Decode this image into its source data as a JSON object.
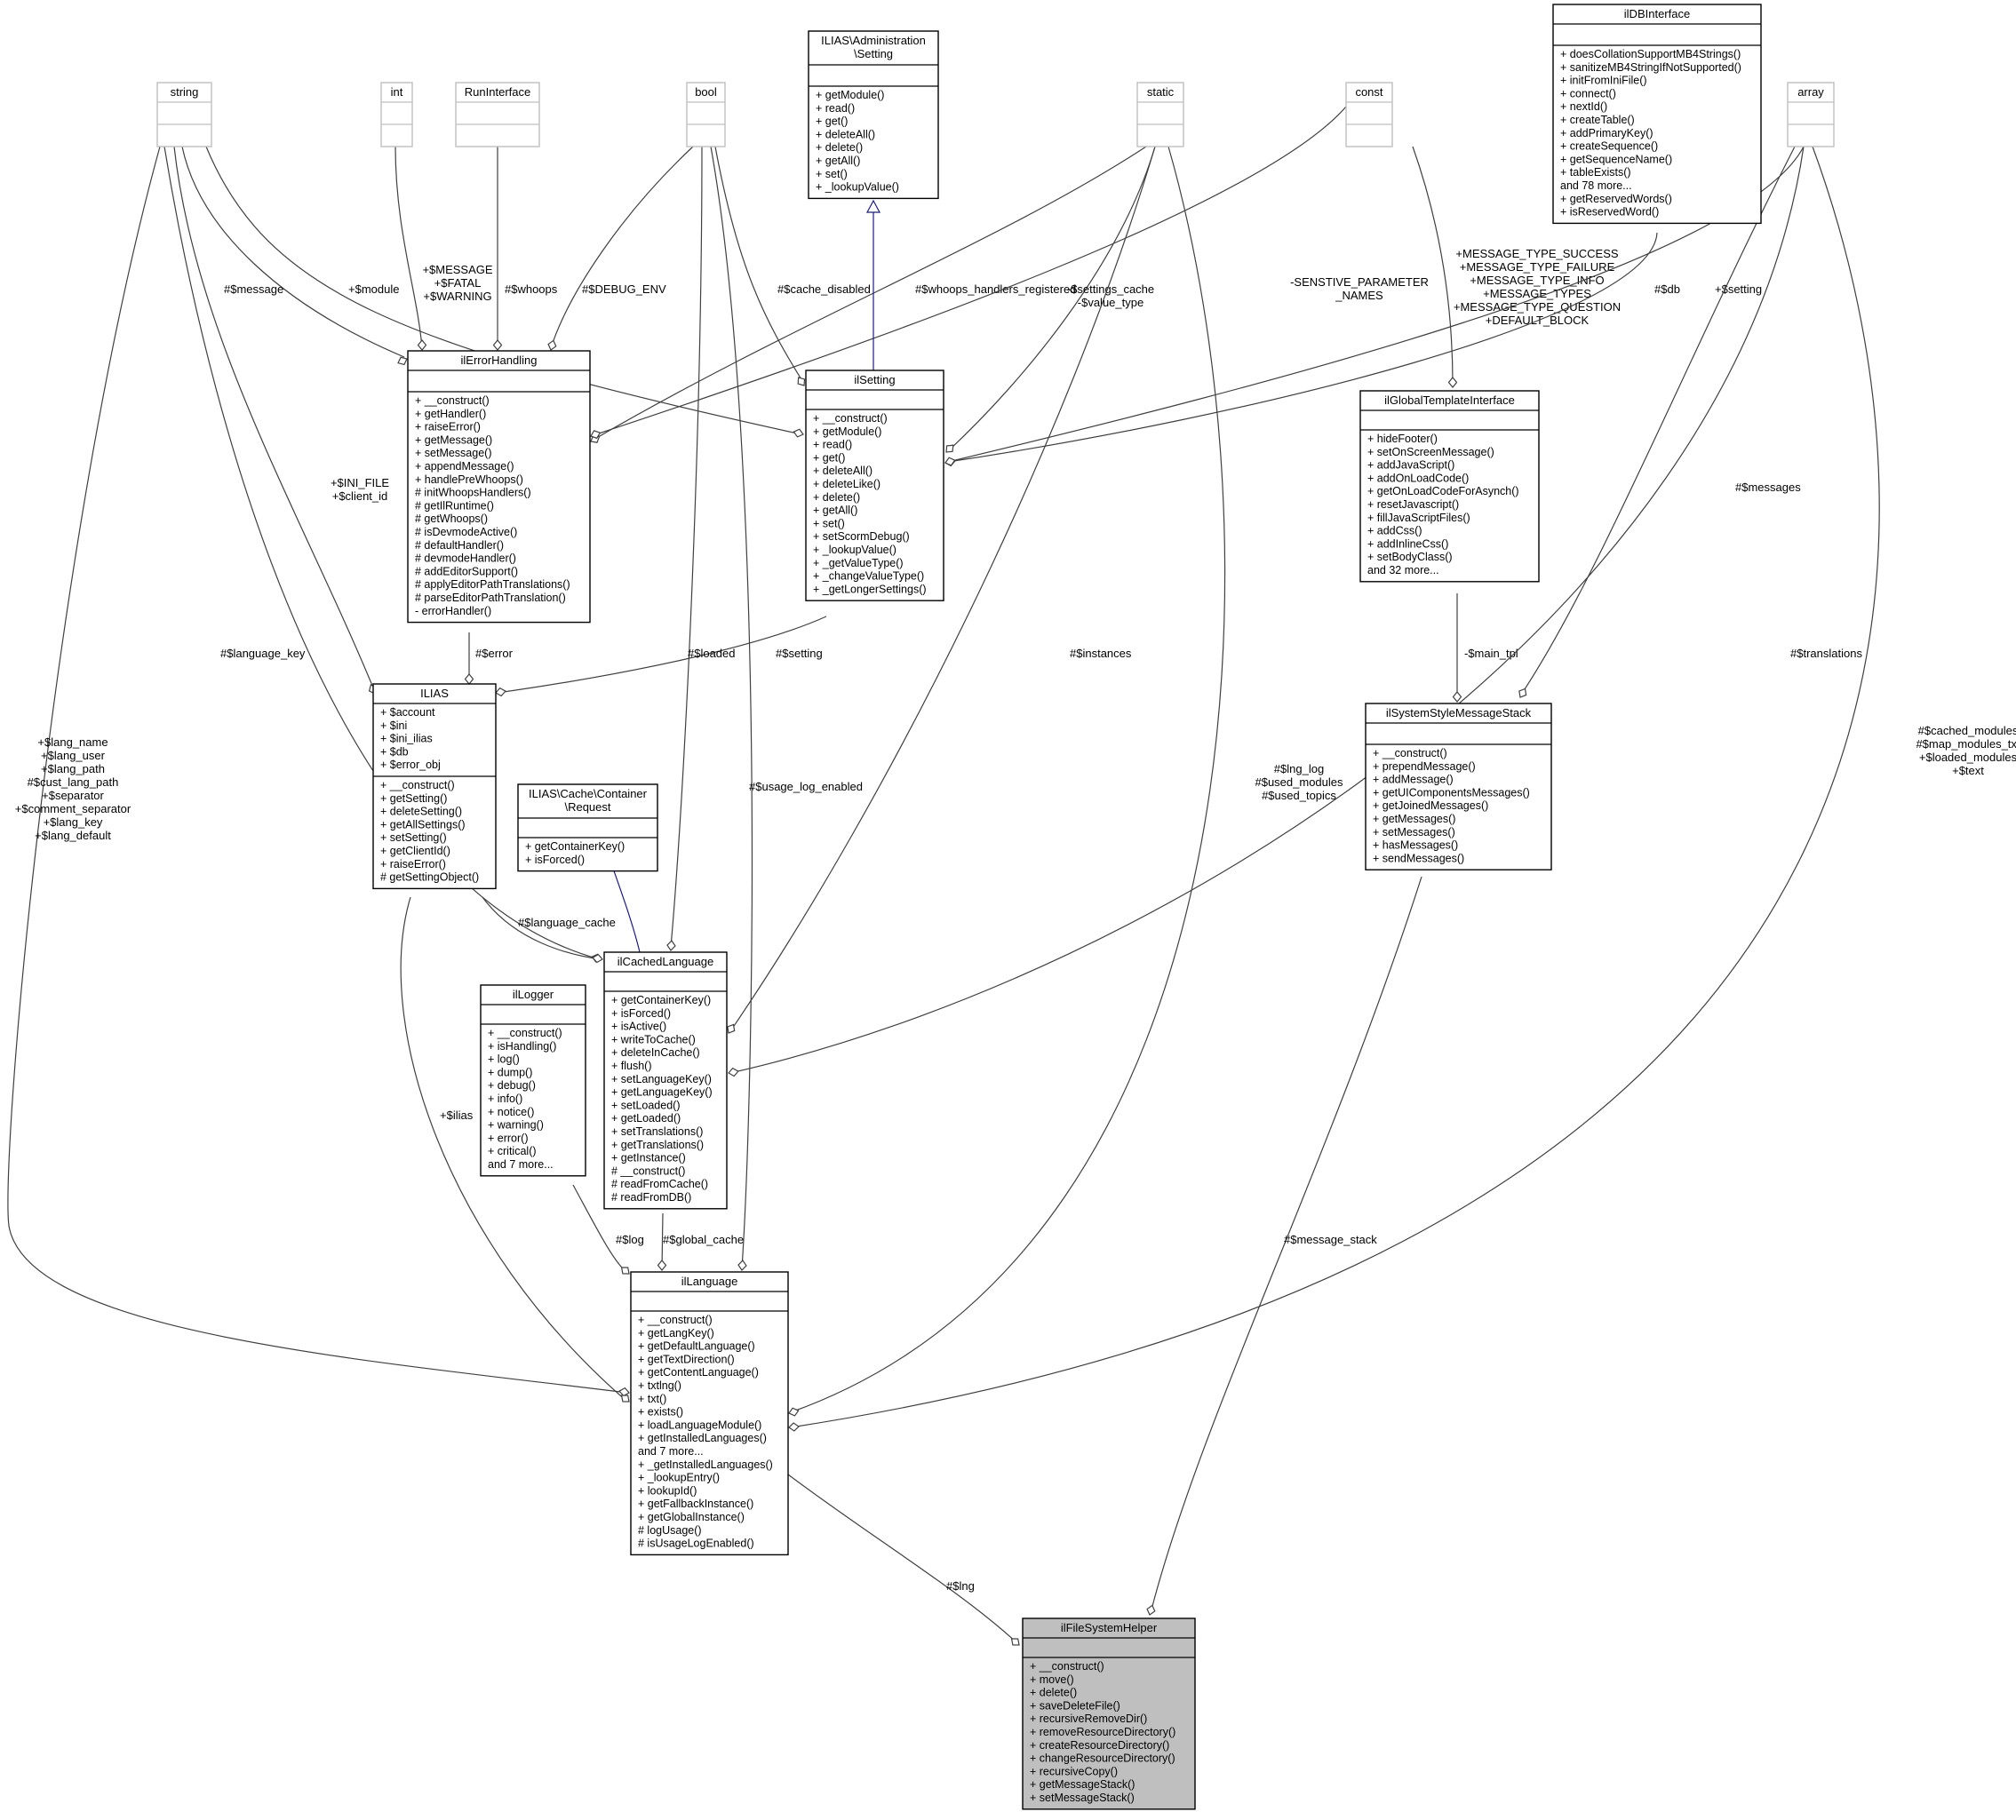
{
  "nodes": [
    {
      "id": "string",
      "name": "string",
      "style": "ghost",
      "attrs": [],
      "ops": []
    },
    {
      "id": "int",
      "name": "int",
      "style": "ghost",
      "attrs": [],
      "ops": []
    },
    {
      "id": "RunInterface",
      "name": "RunInterface",
      "style": "ghost",
      "attrs": [],
      "ops": []
    },
    {
      "id": "bool",
      "name": "bool",
      "style": "ghost",
      "attrs": [],
      "ops": []
    },
    {
      "id": "static",
      "name": "static",
      "style": "ghost",
      "attrs": [],
      "ops": []
    },
    {
      "id": "const",
      "name": "const",
      "style": "ghost",
      "attrs": [],
      "ops": []
    },
    {
      "id": "array",
      "name": "array",
      "style": "ghost",
      "attrs": [],
      "ops": []
    },
    {
      "id": "AdminSetting",
      "name": [
        "ILIAS\\Administration",
        "\\Setting"
      ],
      "style": "normal",
      "attrs": [],
      "ops": [
        "+ getModule()",
        "+ read()",
        "+ get()",
        "+ deleteAll()",
        "+ delete()",
        "+ getAll()",
        "+ set()",
        "+ _lookupValue()"
      ]
    },
    {
      "id": "ilDBInterface",
      "name": "ilDBInterface",
      "style": "normal",
      "attrs": [],
      "ops": [
        "+ doesCollationSupportMB4Strings()",
        "+ sanitizeMB4StringIfNotSupported()",
        "+ initFromIniFile()",
        "+ connect()",
        "+ nextId()",
        "+ createTable()",
        "+ addPrimaryKey()",
        "+ createSequence()",
        "+ getSequenceName()",
        "+ tableExists()",
        "and 78 more...",
        "+ getReservedWords()",
        "+ isReservedWord()"
      ]
    },
    {
      "id": "ilErrorHandling",
      "name": "ilErrorHandling",
      "style": "normal",
      "attrs": [],
      "ops": [
        "+ __construct()",
        "+ getHandler()",
        "+ raiseError()",
        "+ getMessage()",
        "+ setMessage()",
        "+ appendMessage()",
        "+ handlePreWhoops()",
        "# initWhoopsHandlers()",
        "# getIlRuntime()",
        "# getWhoops()",
        "# isDevmodeActive()",
        "# defaultHandler()",
        "# devmodeHandler()",
        "# addEditorSupport()",
        "# applyEditorPathTranslations()",
        "# parseEditorPathTranslation()",
        "- errorHandler()"
      ]
    },
    {
      "id": "ilSetting",
      "name": "ilSetting",
      "style": "normal",
      "attrs": [],
      "ops": [
        "+ __construct()",
        "+ getModule()",
        "+ read()",
        "+ get()",
        "+ deleteAll()",
        "+ deleteLike()",
        "+ delete()",
        "+ getAll()",
        "+ set()",
        "+ setScormDebug()",
        "+ _lookupValue()",
        "+ _getValueType()",
        "+ _changeValueType()",
        "+ _getLongerSettings()"
      ]
    },
    {
      "id": "ilGlobalTemplateInterface",
      "name": "ilGlobalTemplateInterface",
      "style": "normal",
      "attrs": [],
      "ops": [
        "+ hideFooter()",
        "+ setOnScreenMessage()",
        "+ addJavaScript()",
        "+ addOnLoadCode()",
        "+ getOnLoadCodeForAsynch()",
        "+ resetJavascript()",
        "+ fillJavaScriptFiles()",
        "+ addCss()",
        "+ addInlineCss()",
        "+ setBodyClass()",
        "and 32 more..."
      ]
    },
    {
      "id": "ILIAS",
      "name": "ILIAS",
      "style": "normal",
      "attrs": [
        "+ $account",
        "+ $ini",
        "+ $ini_ilias",
        "+ $db",
        "+ $error_obj"
      ],
      "ops": [
        "+ __construct()",
        "+ getSetting()",
        "+ deleteSetting()",
        "+ getAllSettings()",
        "+ setSetting()",
        "+ getClientId()",
        "+ raiseError()",
        "# getSettingObject()"
      ]
    },
    {
      "id": "CacheRequest",
      "name": [
        "ILIAS\\Cache\\Container",
        "\\Request"
      ],
      "style": "normal",
      "attrs": [],
      "ops": [
        "+ getContainerKey()",
        "+ isForced()"
      ]
    },
    {
      "id": "ilSystemStyleMessageStack",
      "name": "ilSystemStyleMessageStack",
      "style": "normal",
      "attrs": [],
      "ops": [
        "+ __construct()",
        "+ prependMessage()",
        "+ addMessage()",
        "+ getUIComponentsMessages()",
        "+ getJoinedMessages()",
        "+ getMessages()",
        "+ setMessages()",
        "+ hasMessages()",
        "+ sendMessages()"
      ]
    },
    {
      "id": "ilCachedLanguage",
      "name": "ilCachedLanguage",
      "style": "normal",
      "attrs": [],
      "ops": [
        "+ getContainerKey()",
        "+ isForced()",
        "+ isActive()",
        "+ writeToCache()",
        "+ deleteInCache()",
        "+ flush()",
        "+ setLanguageKey()",
        "+ getLanguageKey()",
        "+ setLoaded()",
        "+ getLoaded()",
        "+ setTranslations()",
        "+ getTranslations()",
        "+ getInstance()",
        "# __construct()",
        "# readFromCache()",
        "# readFromDB()"
      ]
    },
    {
      "id": "ilLogger",
      "name": "ilLogger",
      "style": "normal",
      "attrs": [],
      "ops": [
        "+ __construct()",
        "+ isHandling()",
        "+ log()",
        "+ dump()",
        "+ debug()",
        "+ info()",
        "+ notice()",
        "+ warning()",
        "+ error()",
        "+ critical()",
        "and 7 more..."
      ]
    },
    {
      "id": "ilLanguage",
      "name": "ilLanguage",
      "style": "normal",
      "attrs": [],
      "ops": [
        "+ __construct()",
        "+ getLangKey()",
        "+ getDefaultLanguage()",
        "+ getTextDirection()",
        "+ getContentLanguage()",
        "+ txtlng()",
        "+ txt()",
        "+ exists()",
        "+ loadLanguageModule()",
        "+ getInstalledLanguages()",
        "and 7 more...",
        "+ _getInstalledLanguages()",
        "+ _lookupEntry()",
        "+ lookupId()",
        "+ getFallbackInstance()",
        "+ getGlobalInstance()",
        "# logUsage()",
        "# isUsageLogEnabled()"
      ]
    },
    {
      "id": "ilFileSystemHelper",
      "name": "ilFileSystemHelper",
      "style": "focus",
      "attrs": [],
      "ops": [
        "+ __construct()",
        "+ move()",
        "+ delete()",
        "+ saveDeleteFile()",
        "+ recursiveRemoveDir()",
        "+ removeResourceDirectory()",
        "+ createResourceDirectory()",
        "+ changeResourceDirectory()",
        "+ recursiveCopy()",
        "+ getMessageStack()",
        "+ setMessageStack()"
      ]
    }
  ],
  "edges": [
    {
      "id": "e-string-errorhandling",
      "label": [
        "#$message"
      ]
    },
    {
      "id": "e-string-setting",
      "label": [
        "+$module"
      ]
    },
    {
      "id": "e-int-errorhandling",
      "label": [
        "+$MESSAGE",
        "+$FATAL",
        "+$WARNING"
      ]
    },
    {
      "id": "e-run-errorhandling",
      "label": [
        "#$whoops"
      ]
    },
    {
      "id": "e-bool-errorhandling",
      "label": [
        "#$DEBUG_ENV"
      ]
    },
    {
      "id": "e-bool-setting",
      "label": [
        "#$cache_disabled"
      ]
    },
    {
      "id": "e-static-errorhandling",
      "label": [
        "#$whoops_handlers_registered"
      ]
    },
    {
      "id": "e-static-setting",
      "label": [
        "-$settings_cache",
        "-$value_type"
      ]
    },
    {
      "id": "e-const-errorhandling",
      "label": [
        "-SENSTIVE_PARAMETER",
        "_NAMES"
      ]
    },
    {
      "id": "e-const-globaltpl",
      "label": [
        "+MESSAGE_TYPE_SUCCESS",
        "+MESSAGE_TYPE_FAILURE",
        "+MESSAGE_TYPE_INFO",
        "+MESSAGE_TYPES",
        "+MESSAGE_TYPE_QUESTION",
        "+DEFAULT_BLOCK"
      ]
    },
    {
      "id": "e-db-setting",
      "label": [
        "#$db"
      ]
    },
    {
      "id": "e-array-setting",
      "label": [
        "+$setting"
      ]
    },
    {
      "id": "e-adminsetting-setting",
      "label": []
    },
    {
      "id": "e-string-ilias",
      "label": [
        "+$INI_FILE",
        "+$client_id"
      ]
    },
    {
      "id": "e-errorhandling-ilias",
      "label": [
        "#$error"
      ]
    },
    {
      "id": "e-setting-ilias",
      "label": [
        "#$setting"
      ]
    },
    {
      "id": "e-string-cachedlang",
      "label": [
        "#$language_key"
      ]
    },
    {
      "id": "e-bool-cachedlang",
      "label": [
        "#$loaded"
      ]
    },
    {
      "id": "e-static-cachedlang",
      "label": [
        "#$instances"
      ]
    },
    {
      "id": "e-array-msgstack",
      "label": [
        "#$messages"
      ]
    },
    {
      "id": "e-globaltpl-msgstack",
      "label": [
        "-$main_tpl"
      ]
    },
    {
      "id": "e-array-cachedlang",
      "label": [
        "#$translations"
      ]
    },
    {
      "id": "e-ilias-cachedlang",
      "label": [
        "#$language_cache"
      ]
    },
    {
      "id": "e-request-cachedlang",
      "label": []
    },
    {
      "id": "e-string-language",
      "label": [
        "+$lang_name",
        "+$lang_user",
        "+$lang_path",
        "#$cust_lang_path",
        "+$separator",
        "+$comment_separator",
        "+$lang_key",
        "+$lang_default"
      ]
    },
    {
      "id": "e-bool-language",
      "label": [
        "#$usage_log_enabled"
      ]
    },
    {
      "id": "e-static-language",
      "label": [
        "#$lng_log",
        "#$used_modules",
        "#$used_topics"
      ]
    },
    {
      "id": "e-array-language",
      "label": [
        "#$cached_modules",
        "#$map_modules_txt",
        "+$loaded_modules",
        "+$text"
      ]
    },
    {
      "id": "e-ilias-language",
      "label": [
        "+$ilias"
      ]
    },
    {
      "id": "e-logger-language",
      "label": [
        "#$log"
      ]
    },
    {
      "id": "e-cachedlang-language",
      "label": [
        "#$global_cache"
      ]
    },
    {
      "id": "e-msgstack-helper",
      "label": [
        "#$message_stack"
      ]
    },
    {
      "id": "e-language-helper",
      "label": [
        "#$lng"
      ]
    }
  ]
}
